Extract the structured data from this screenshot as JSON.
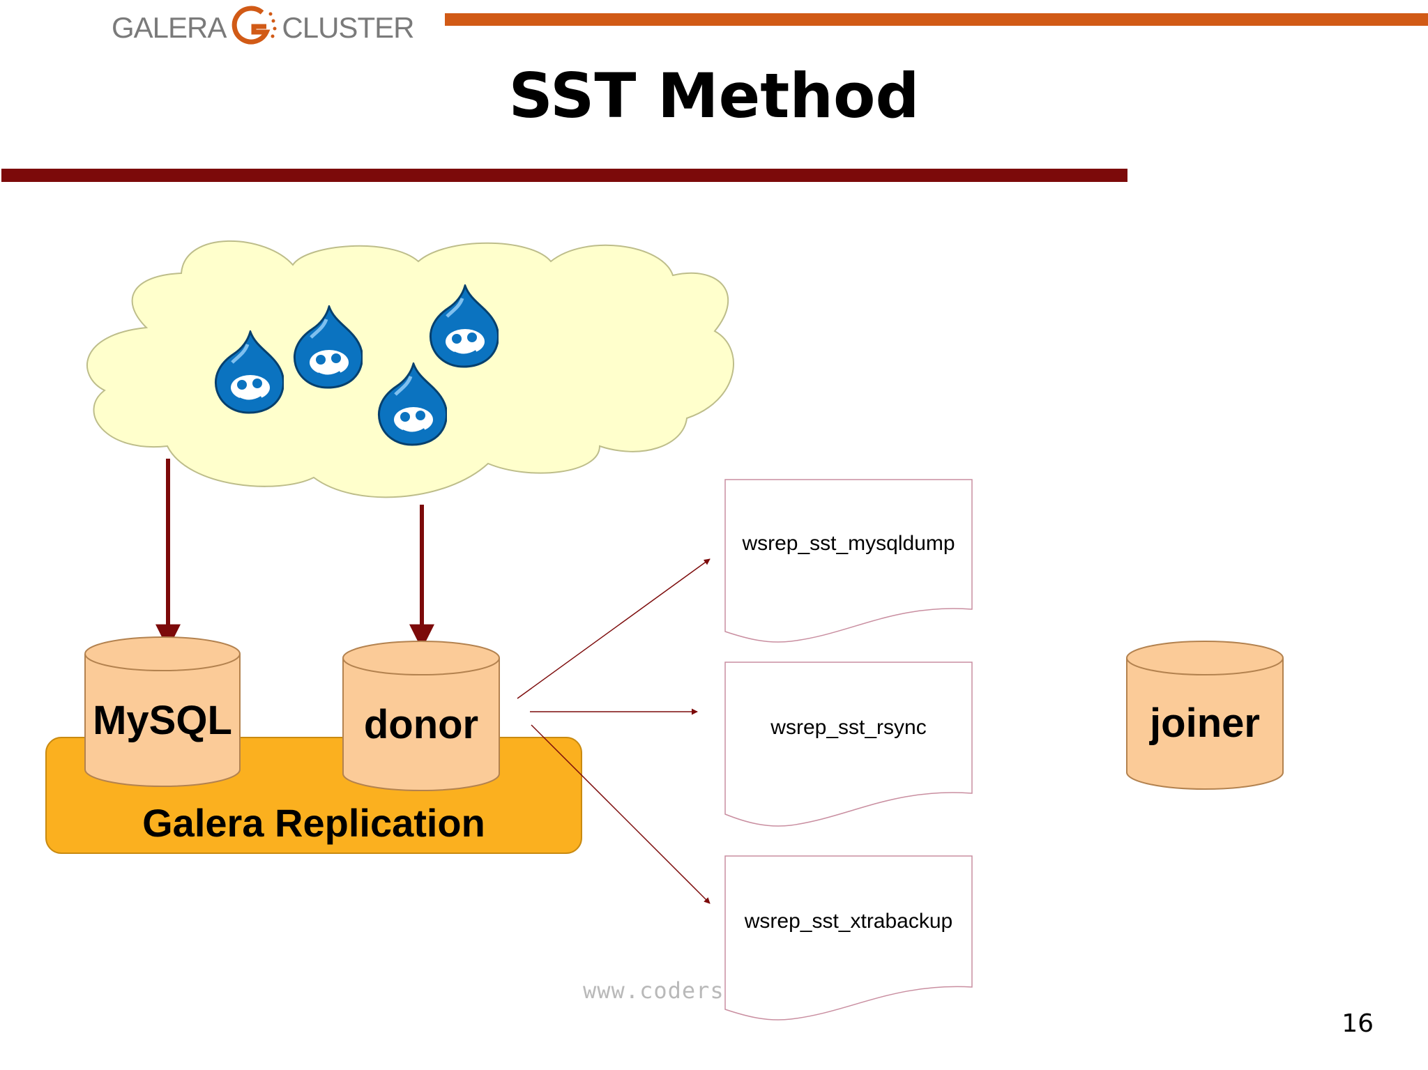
{
  "logo": {
    "left_text": "GALERA",
    "right_text": "CLUSTER",
    "mark": "galera-g-icon"
  },
  "slide": {
    "title": "SST Method",
    "page_number": "16"
  },
  "diagram": {
    "cloud": {
      "icons": [
        "drupal-drop-icon",
        "drupal-drop-icon",
        "drupal-drop-icon",
        "drupal-drop-icon"
      ]
    },
    "replication_label": "Galera Replication",
    "nodes": {
      "mysql": "MySQL",
      "donor": "donor",
      "joiner": "joiner"
    },
    "sst_methods": [
      "wsrep_sst_mysqldump",
      "wsrep_sst_rsync",
      "wsrep_sst_xtrabackup"
    ]
  },
  "watermark": "www.coders",
  "colors": {
    "top_rule": "#d15a16",
    "title_rule": "#7c0a0a",
    "cloud_fill": "#ffffcc",
    "replication_fill": "#fbb01f",
    "db_fill": "#fbcb98",
    "arrow": "#7c0a0a",
    "drupal_blue": "#0b73c0"
  }
}
